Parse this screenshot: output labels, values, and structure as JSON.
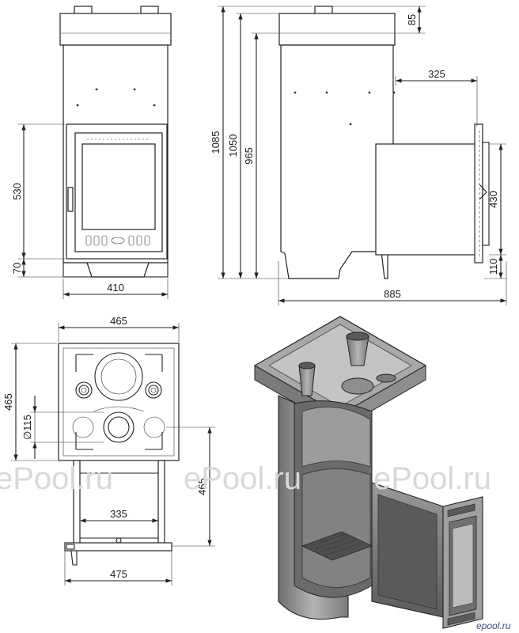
{
  "dimensions": {
    "front_width": "410",
    "door_height": "530",
    "door_bottom": "70",
    "side_total_width": "885",
    "total_height": "1085",
    "height_1050": "1050",
    "height_965": "965",
    "top_collar": "85",
    "tunnel_length": "325",
    "tunnel_height": "430",
    "tunnel_bottom": "110",
    "top_width": "465",
    "top_depth": "465",
    "flue_diameter": "∅115",
    "base_depth": "465",
    "frame_inner": "335",
    "frame_width": "475"
  },
  "watermark": "ePool.ru",
  "logo": "epool.ru",
  "colors": {
    "line": "#222222",
    "cutaway_metal": "#8c8c8c",
    "cutaway_dark": "#5a5a5a",
    "watermark": "#d8d8d8"
  }
}
